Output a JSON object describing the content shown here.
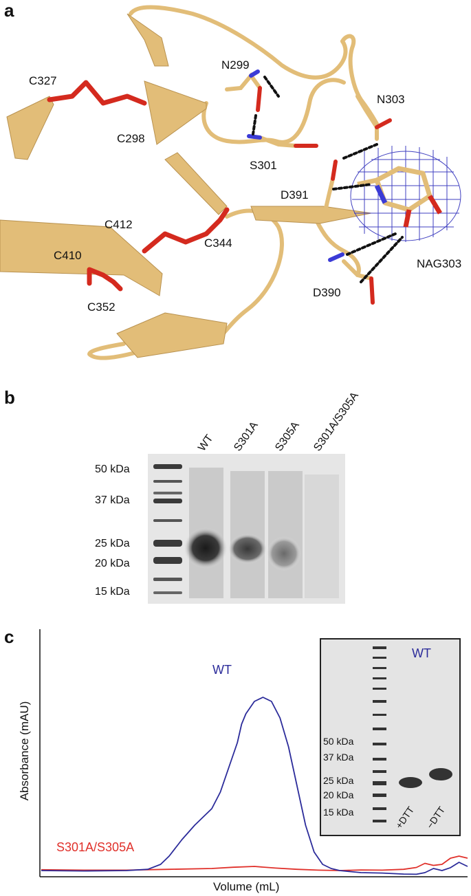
{
  "panel_a": {
    "letter": "a",
    "residues": {
      "c327": "C327",
      "c298": "C298",
      "n299": "N299",
      "s301": "S301",
      "n303": "N303",
      "d391": "D391",
      "c412": "C412",
      "c344": "C344",
      "c410": "C410",
      "c352": "C352",
      "d390": "D390",
      "nag303": "NAG303"
    },
    "colors": {
      "ribbon": "#e2bd78",
      "disulfide": "#d42a1e",
      "nitrogen": "#3b3bd6",
      "oxygen": "#d42a1e",
      "density_mesh": "#3f3fc0"
    }
  },
  "panel_b": {
    "letter": "b",
    "lanes": [
      "WT",
      "S301A",
      "S305A",
      "S301A/S305A"
    ],
    "markers": [
      "50 kDa",
      "37 kDa",
      "25 kDa",
      "20 kDa",
      "15 kDa"
    ]
  },
  "panel_c": {
    "letter": "c",
    "inset": {
      "title": "WT",
      "markers": [
        "50 kDa",
        "37 kDa",
        "25 kDa",
        "20 kDa",
        "15 kDa"
      ],
      "lanes": [
        "+DTT",
        "−DTT"
      ]
    },
    "chart_data": {
      "type": "line",
      "xlabel": "Volume (mL)",
      "ylabel": "Absorbance (mAU)",
      "x_range": [
        0,
        100
      ],
      "y_range": [
        0,
        100
      ],
      "series": [
        {
          "name": "WT",
          "color": "#2b2b9a",
          "x": [
            0,
            10,
            20,
            25,
            28,
            30,
            33,
            36,
            38,
            40,
            42,
            44,
            46,
            47,
            48,
            50,
            52,
            54,
            56,
            58,
            60,
            62,
            64,
            66,
            68,
            70,
            75,
            80,
            85,
            88,
            90,
            92,
            94,
            96,
            98,
            100
          ],
          "y": [
            2,
            1.8,
            2,
            2.6,
            5,
            9,
            17,
            24,
            28,
            32,
            40,
            52,
            64,
            73,
            78,
            84,
            86,
            84,
            76,
            62,
            43,
            24,
            11,
            5,
            3,
            2,
            1,
            0.8,
            0.3,
            0.2,
            1,
            3,
            2,
            3.4,
            6,
            4
          ]
        },
        {
          "name": "S301A/S305A",
          "color": "#e0302a",
          "x": [
            0,
            10,
            20,
            30,
            40,
            45,
            50,
            55,
            60,
            65,
            70,
            75,
            80,
            85,
            88,
            90,
            92,
            94,
            96,
            98,
            100
          ],
          "y": [
            2.4,
            2.2,
            2.2,
            2.6,
            3,
            3.6,
            4,
            3.2,
            2.6,
            2.2,
            2,
            2.3,
            2.2,
            2.6,
            3.5,
            5.5,
            4.5,
            5,
            8,
            9,
            8
          ]
        }
      ]
    }
  }
}
